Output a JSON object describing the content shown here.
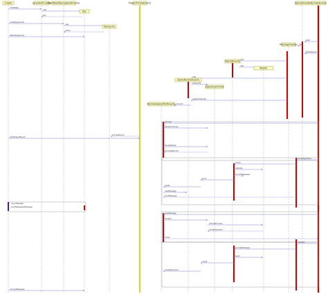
{
  "participants": [
    {
      "id": "p0",
      "label": "Crypto"
    },
    {
      "id": "p1",
      "label": "LanesAuthCache"
    },
    {
      "id": "p2",
      "label": "ClientKeyMessageAuthCache"
    },
    {
      "id": "p3",
      "label": "ProjectTimelyEvents"
    },
    {
      "id": "p4",
      "label": "SignedEvents"
    },
    {
      "id": "p5",
      "label": "RemoteEvents"
    }
  ],
  "created_objects": [
    {
      "id": "o1",
      "label": "Key"
    },
    {
      "id": "o2",
      "label": "KeyCache"
    },
    {
      "id": "o3",
      "label": "MessageHeader"
    },
    {
      "id": "o4",
      "label": "SignedEvents"
    },
    {
      "id": "o5",
      "label": "Reader"
    },
    {
      "id": "o6",
      "label": "SignedEventsEvents"
    },
    {
      "id": "o7",
      "label": "SignatureFormat"
    },
    {
      "id": "o8",
      "label": "RemoteSignedPartEvents"
    }
  ],
  "messages": [
    {
      "id": "m01",
      "label": "createKey"
    },
    {
      "id": "m02",
      "label": "new"
    },
    {
      "id": "m03",
      "label": "key"
    },
    {
      "id": "m04",
      "label": "createKeyCache"
    },
    {
      "id": "m05",
      "label": "new"
    },
    {
      "id": "m06",
      "label": "cache"
    },
    {
      "id": "m07",
      "label": "attachKeyCache"
    },
    {
      "id": "m08",
      "label": "start"
    },
    {
      "id": "m09",
      "label": "new"
    },
    {
      "id": "m10",
      "label": "startSession"
    },
    {
      "id": "m11",
      "label": "new"
    },
    {
      "id": "m12",
      "label": "new"
    },
    {
      "id": "m13",
      "label": "new"
    },
    {
      "id": "m14",
      "label": "subscribe"
    },
    {
      "id": "m15",
      "label": "registerHandler"
    },
    {
      "id": "m16",
      "label": "connect"
    },
    {
      "id": "m17",
      "label": "sendProjectEvent"
    },
    {
      "id": "m18",
      "label": "processEvent"
    },
    {
      "id": "m19",
      "label": "decrypt"
    },
    {
      "id": "m20",
      "label": "parseIncoming"
    },
    {
      "id": "m21",
      "label": "handleEvent"
    },
    {
      "id": "m22",
      "label": "processRemote"
    },
    {
      "id": "m23",
      "label": "verifySignature"
    },
    {
      "id": "m24",
      "label": "check"
    },
    {
      "id": "m25",
      "label": "validate"
    },
    {
      "id": "m26",
      "label": "encodeMessage"
    },
    {
      "id": "m27",
      "label": "send"
    },
    {
      "id": "m28",
      "label": "result"
    },
    {
      "id": "m29",
      "label": "newMessage"
    },
    {
      "id": "m30",
      "label": "sendMessage"
    },
    {
      "id": "m31",
      "label": "encryptMessage"
    },
    {
      "id": "m32",
      "label": "signMessage"
    },
    {
      "id": "m33",
      "label": "forward"
    },
    {
      "id": "m34",
      "label": "remoteProcess"
    },
    {
      "id": "m35",
      "label": "verifySignature"
    },
    {
      "id": "m36",
      "label": "check"
    },
    {
      "id": "m37",
      "label": "validate"
    },
    {
      "id": "m38",
      "label": "encodeMessage"
    },
    {
      "id": "m39",
      "label": "send"
    },
    {
      "id": "m40",
      "label": "result"
    },
    {
      "id": "m41",
      "label": "closeKeyCache"
    }
  ],
  "notes": [
    {
      "id": "n1",
      "label": "loop Message"
    },
    {
      "id": "n2",
      "label": "sendMessage(Message)"
    }
  ],
  "colors": {
    "participant_fill": "#fefec8",
    "participant_border": "#a0a030",
    "lifeline": "#bbbbbb",
    "highlight_line": "#d4d43c",
    "activation_red": "#cc0000",
    "message": "#7a7ad8",
    "note_border": "#2222cc",
    "frame": "#888888"
  }
}
